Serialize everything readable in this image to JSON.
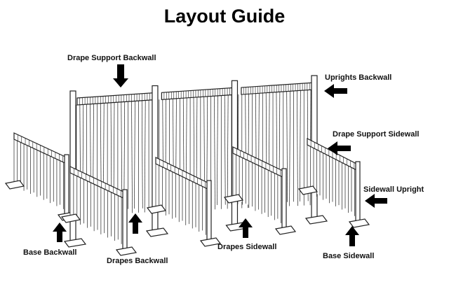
{
  "title": "Layout Guide",
  "labels": {
    "drape_support_backwall": "Drape Support Backwall",
    "uprights_backwall": "Uprights Backwall",
    "drape_support_sidewall": "Drape Support Sidewall",
    "sidewall_upright": "Sidewall Upright",
    "base_backwall": "Base Backwall",
    "drapes_backwall": "Drapes Backwall",
    "drapes_sidewall": "Drapes Sidewall",
    "base_sidewall": "Base Sidewall"
  }
}
